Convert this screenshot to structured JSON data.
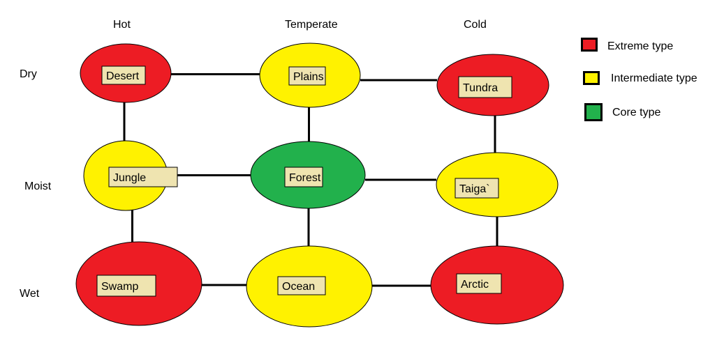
{
  "columns": [
    "Hot",
    "Temperate",
    "Cold"
  ],
  "rows": [
    "Dry",
    "Moist",
    "Wet"
  ],
  "colors": {
    "extreme": "#ed1c24",
    "intermediate": "#fff200",
    "core": "#22b14c",
    "label_box": "#efe4b0"
  },
  "legend": [
    {
      "label": "Extreme type",
      "color": "#ed1c24"
    },
    {
      "label": "Intermediate type",
      "color": "#fff200"
    },
    {
      "label": "Core type",
      "color": "#22b14c"
    }
  ],
  "nodes": [
    {
      "id": "desert",
      "label": "Desert",
      "type": "extreme"
    },
    {
      "id": "plains",
      "label": "Plains",
      "type": "intermediate"
    },
    {
      "id": "tundra",
      "label": "Tundra",
      "type": "extreme"
    },
    {
      "id": "jungle",
      "label": "Jungle",
      "type": "intermediate"
    },
    {
      "id": "forest",
      "label": "Forest",
      "type": "core"
    },
    {
      "id": "taiga",
      "label": "Taiga`",
      "type": "intermediate"
    },
    {
      "id": "swamp",
      "label": "Swamp",
      "type": "extreme"
    },
    {
      "id": "ocean",
      "label": "Ocean",
      "type": "intermediate"
    },
    {
      "id": "arctic",
      "label": "Arctic",
      "type": "extreme"
    }
  ],
  "edges": [
    [
      "desert",
      "plains"
    ],
    [
      "plains",
      "tundra"
    ],
    [
      "desert",
      "jungle"
    ],
    [
      "plains",
      "forest"
    ],
    [
      "tundra",
      "taiga"
    ],
    [
      "jungle",
      "forest"
    ],
    [
      "forest",
      "taiga"
    ],
    [
      "jungle",
      "swamp"
    ],
    [
      "forest",
      "ocean"
    ],
    [
      "taiga",
      "arctic"
    ],
    [
      "swamp",
      "ocean"
    ],
    [
      "ocean",
      "arctic"
    ]
  ]
}
